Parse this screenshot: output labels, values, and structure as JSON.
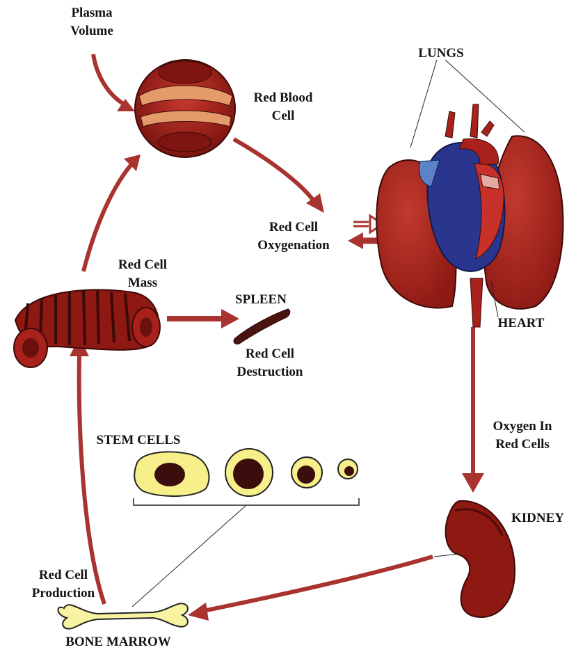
{
  "labels": {
    "plasma_volume": [
      "Plasma",
      "Volume"
    ],
    "red_blood_cell": [
      "Red Blood",
      "Cell"
    ],
    "lungs": "LUNGS",
    "red_cell_oxygenation": [
      "Red Cell",
      "Oxygenation"
    ],
    "red_cell_mass": [
      "Red Cell",
      "Mass"
    ],
    "spleen": "SPLEEN",
    "red_cell_destruction": [
      "Red Cell",
      "Destruction"
    ],
    "heart": "HEART",
    "oxygen_in_red_cells": [
      "Oxygen In",
      "Red Cells"
    ],
    "stem_cells": "STEM CELLS",
    "kidney": "KIDNEY",
    "red_cell_production": [
      "Red Cell",
      "Production"
    ],
    "bone_marrow": "BONE MARROW"
  },
  "colors": {
    "arrow": "#a8332f",
    "blood_red": "#a8221b",
    "dark_red": "#5e0f0c",
    "vein_blue": "#23318a",
    "stem_yellow": "#f7f08a",
    "bone": "#f8f3a0"
  }
}
